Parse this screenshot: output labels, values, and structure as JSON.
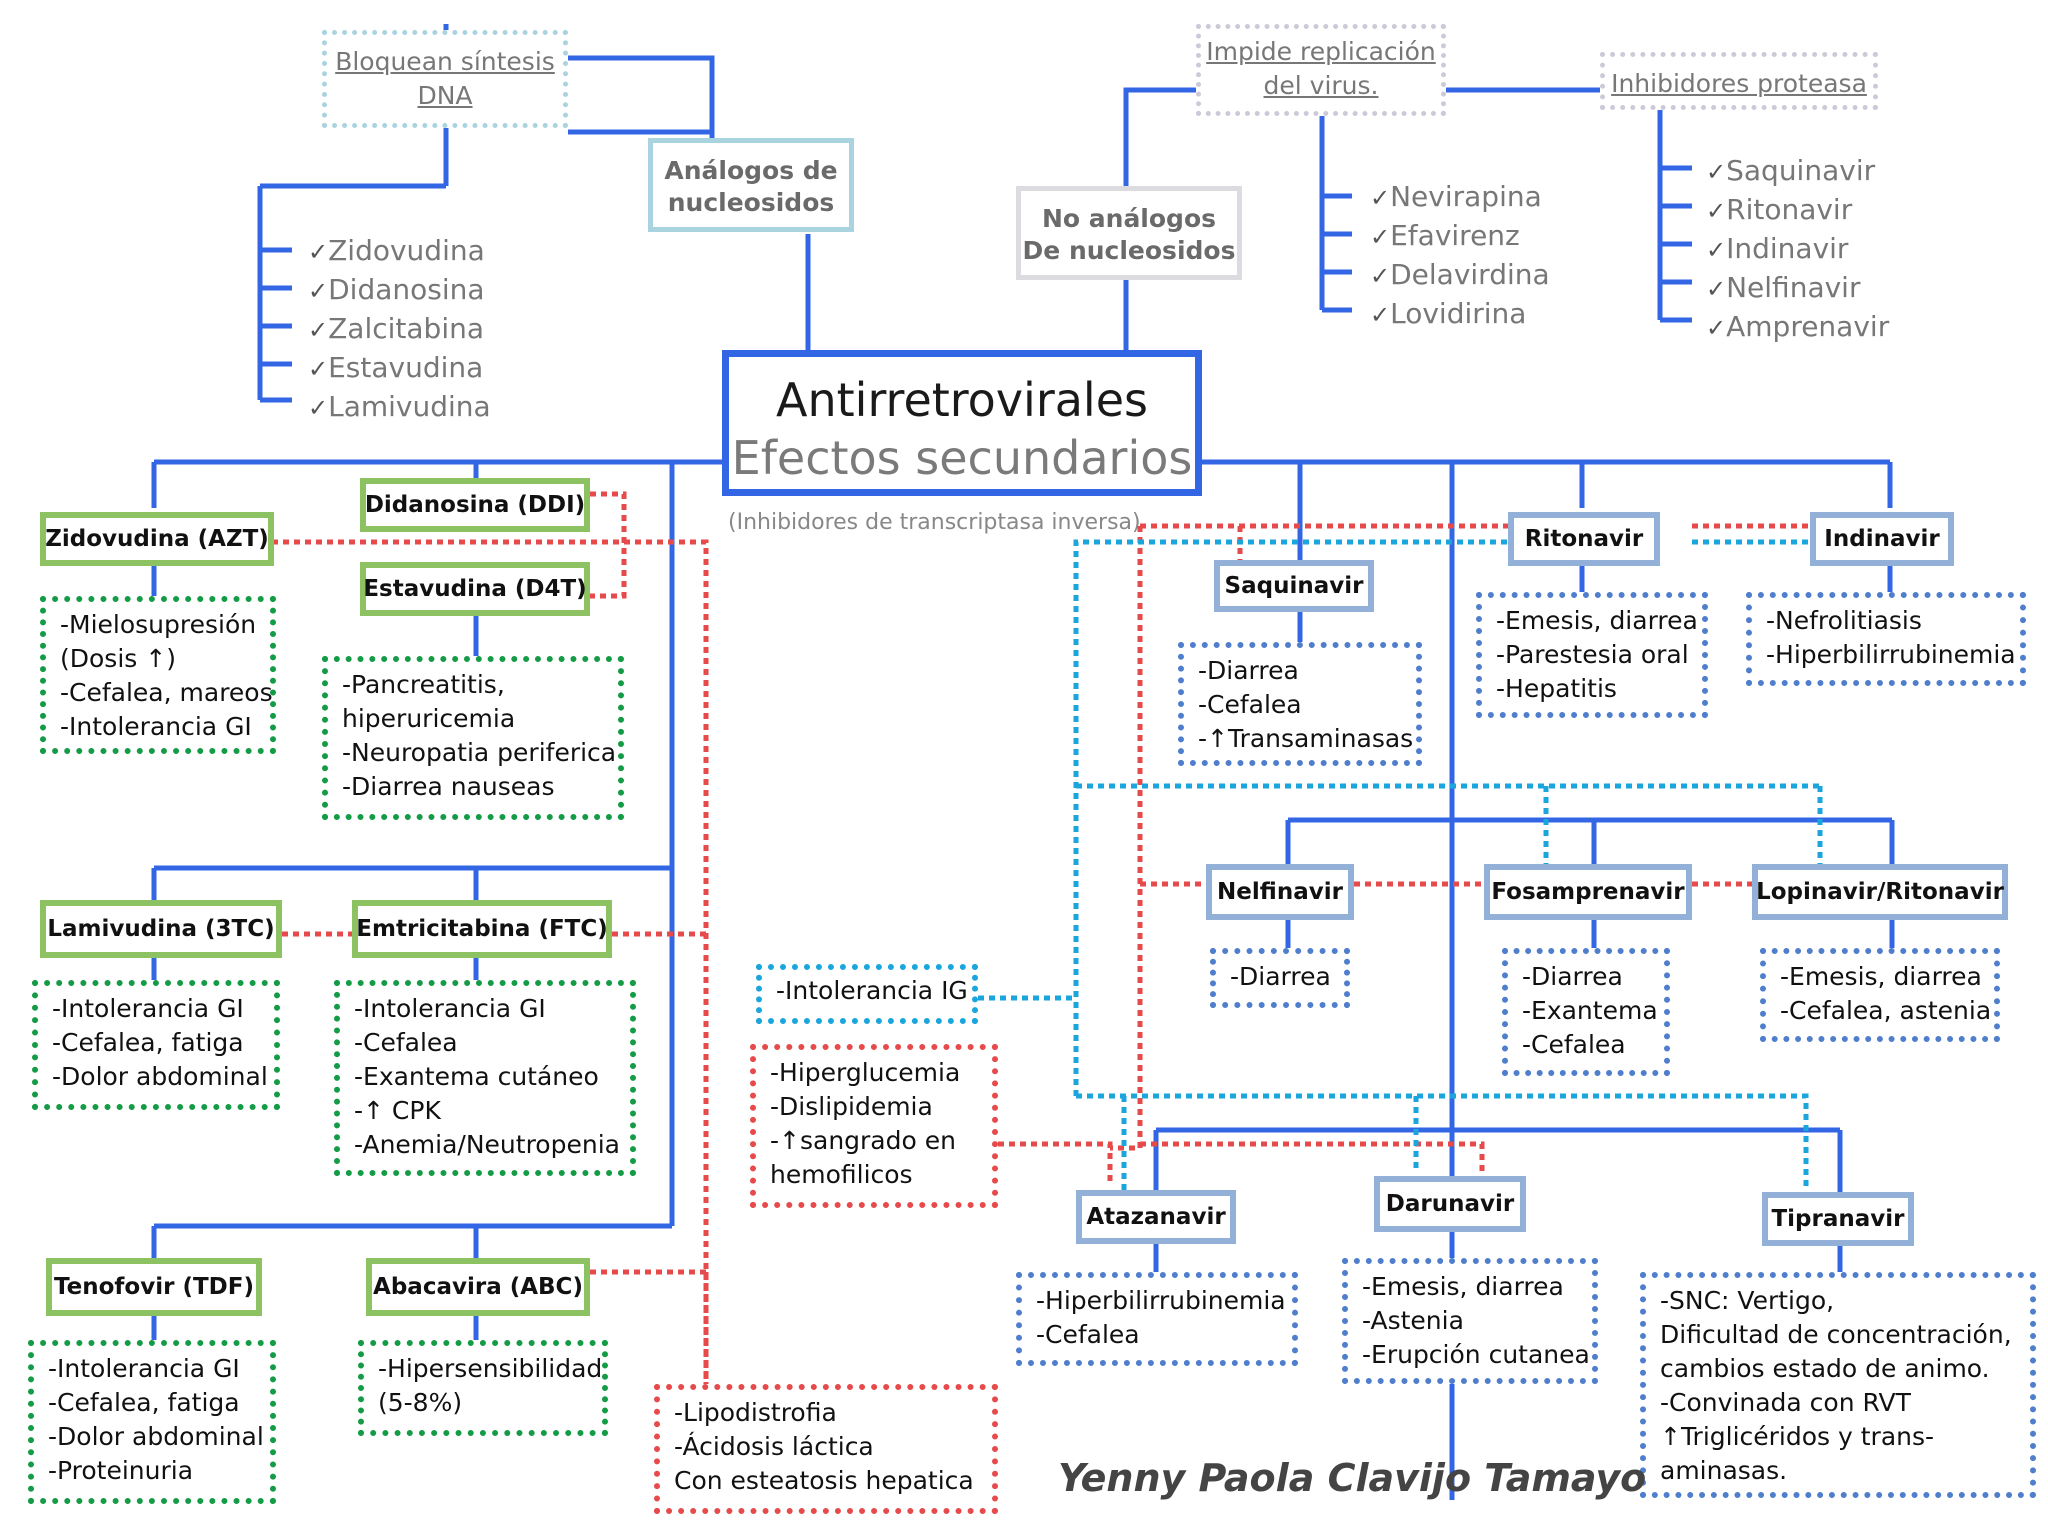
{
  "center": {
    "title": "Antirretrovirales",
    "subtitle": "Efectos secundarios",
    "note": "(Inhibidores de transcriptasa inversa)"
  },
  "categories": {
    "nucleosidos": {
      "label_line1": "Análogos  de",
      "label_line2": "nucleosidos",
      "action_line1": "Bloquean síntesis",
      "action_line2": "DNA",
      "drugs": [
        "Zidovudina",
        "Didanosina",
        "Zalcitabina",
        "Estavudina",
        "Lamivudina"
      ]
    },
    "no_nucleosidos": {
      "label_line1": "No análogos",
      "label_line2": "De nucleosidos",
      "action_line1": "Impide replicación",
      "action_line2": "del virus.",
      "drugs": [
        "Nevirapina",
        "Efavirenz",
        "Delavirdina",
        "Lovidirina"
      ]
    },
    "proteasa": {
      "label": "Inhibidores proteasa",
      "drugs": [
        "Saquinavir",
        "Ritonavir",
        "Indinavir",
        "Nelfinavir",
        "Amprenavir"
      ]
    }
  },
  "check_mark": "✓",
  "drugs": {
    "azt": {
      "name": "Zidovudina (AZT)",
      "effects": [
        "-Mielosupresión",
        "(Dosis ↑)",
        "-Cefalea, mareos",
        "-Intolerancia GI"
      ]
    },
    "ddi": {
      "name": "Didanosina (DDI)"
    },
    "d4t": {
      "name": "Estavudina (D4T)",
      "effects": [
        "-Pancreatitis,",
        "hiperuricemia",
        "-Neuropatia periferica",
        "-Diarrea nauseas"
      ]
    },
    "tc3": {
      "name": "Lamivudina (3TC)",
      "effects": [
        "-Intolerancia GI",
        "-Cefalea, fatiga",
        "-Dolor abdominal"
      ]
    },
    "ftc": {
      "name": "Emtricitabina (FTC)",
      "effects": [
        "-Intolerancia GI",
        "-Cefalea",
        "-Exantema cutáneo",
        "-↑ CPK",
        "-Anemia/Neutropenia"
      ]
    },
    "tdf": {
      "name": "Tenofovir (TDF)",
      "effects": [
        "-Intolerancia GI",
        "-Cefalea, fatiga",
        "-Dolor abdominal",
        "-Proteinuria"
      ]
    },
    "abc": {
      "name": "Abacavira (ABC)",
      "effects": [
        "-Hipersensibilidad",
        "(5-8%)"
      ]
    },
    "saquinavir": {
      "name": "Saquinavir",
      "effects": [
        "-Diarrea",
        "-Cefalea",
        "-↑Transaminasas"
      ]
    },
    "ritonavir": {
      "name": "Ritonavir",
      "effects": [
        "-Emesis, diarrea",
        "-Parestesia oral",
        "-Hepatitis"
      ]
    },
    "indinavir": {
      "name": "Indinavir",
      "effects": [
        "-Nefrolitiasis",
        "-Hiperbilirrubinemia"
      ]
    },
    "nelfinavir": {
      "name": "Nelfinavir",
      "effects": [
        "-Diarrea"
      ]
    },
    "fosamprenavir": {
      "name": "Fosamprenavir",
      "effects": [
        "-Diarrea",
        "-Exantema",
        "-Cefalea"
      ]
    },
    "lopinavir": {
      "name": "Lopinavir/Ritonavir",
      "effects": [
        "-Emesis, diarrea",
        "-Cefalea, astenia"
      ]
    },
    "atazanavir": {
      "name": "Atazanavir",
      "effects": [
        "-Hiperbilirrubinemia",
        "-Cefalea"
      ]
    },
    "darunavir": {
      "name": "Darunavir",
      "effects": [
        "-Emesis, diarrea",
        "-Astenia",
        "-Erupción cutanea"
      ]
    },
    "tipranavir": {
      "name": "Tipranavir",
      "effects": [
        "-SNC: Vertigo,",
        "Dificultad de concentración,",
        "cambios estado de animo.",
        "-Convinada con RVT",
        "↑Triglicéridos y trans-",
        "aminasas."
      ]
    }
  },
  "shared_effects": {
    "nrti_common": [
      "-Lipodistrofia",
      "-Ácidosis láctica",
      "Con esteatosis hepatica"
    ],
    "pi_gi": [
      "-Intolerancia IG"
    ],
    "pi_metabolic": [
      "-Hiperglucemia",
      "-Dislipidemia",
      "-↑sangrado en",
      "hemofilicos"
    ]
  },
  "author": "Yenny Paola Clavijo Tamayo",
  "colors": {
    "main_line": "#3366e4",
    "red_dots": "#e64a4a",
    "cyan_dots": "#1aa6dc",
    "green_box": "#8dc262",
    "blue_box": "#93b0d9"
  }
}
